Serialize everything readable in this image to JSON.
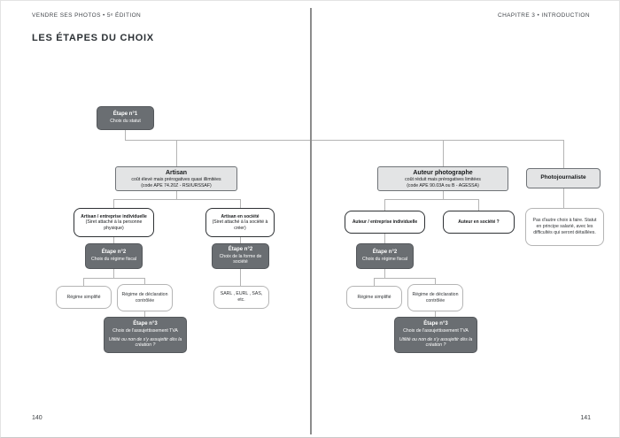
{
  "page": {
    "running_head_left": "VENDRE SES PHOTOS • 5ᵉ ÉDITION",
    "running_head_right": "CHAPITRE 3 • INTRODUCTION",
    "title": "LES ÉTAPES DU CHOIX",
    "page_number_left": "140",
    "page_number_right": "141"
  },
  "colors": {
    "dark_box": "#6a6e72",
    "light_box": "#e3e4e5",
    "line": "#b4b4b4",
    "spine": "#8c8c8c"
  },
  "flowchart": {
    "etape1": {
      "title": "Étape n°1",
      "subtitle": "Choix du statut"
    },
    "artisan": {
      "title": "Artisan",
      "line1": "coût élevé mais prérogatives quasi illimitées",
      "line2": "(code APE 74.20Z - RSI/URSSAF)"
    },
    "artisan_ei": {
      "title": "Artisan / entreprise individuelle",
      "subtitle": "(Siret attaché à la personne physique)"
    },
    "artisan_societe": {
      "title": "Artisan en société",
      "subtitle": "(Siret attaché à la société à créer)"
    },
    "etape2_artisan_ei": {
      "title": "Étape n°2",
      "subtitle": "Choix du régime fiscal"
    },
    "etape2_artisan_societe": {
      "title": "Étape n°2",
      "subtitle": "Choix de la forme de société"
    },
    "regime_simplifie_artisan": {
      "title": "Régime simplifié"
    },
    "regime_controle_artisan": {
      "title": "Régime de déclaration contrôlée"
    },
    "formes_societe": {
      "title": "SARL , EURL , SAS, etc."
    },
    "etape3_artisan": {
      "title": "Étape n°3",
      "subtitle": "Choix de l'assujettissement TVA",
      "note": "Utilité ou non de s'y assujettir dès la création ?"
    },
    "auteur": {
      "title": "Auteur photographe",
      "line1": "coût réduit mais prérogatives limitées",
      "line2": "(code APE 90.03A ou B - AGESSA)"
    },
    "photojournaliste": {
      "title": "Photojournaliste"
    },
    "auteur_ei": {
      "title": "Auteur / entreprise individuelle"
    },
    "auteur_societe": {
      "title": "Auteur en société ?"
    },
    "photojournaliste_note": {
      "text": "Pas d'autre choix à faire. Statut en principe salarié, avec les difficultés qui seront détaillées."
    },
    "etape2_auteur": {
      "title": "Étape n°2",
      "subtitle": "Choix du régime fiscal"
    },
    "regime_simplifie_auteur": {
      "title": "Régime simplifié"
    },
    "regime_controle_auteur": {
      "title": "Régime de déclaration contrôlée"
    },
    "etape3_auteur": {
      "title": "Étape n°3",
      "subtitle": "Choix de l'assujettissement TVA",
      "note": "Utilité ou non de s'y assujettir dès la création ?"
    }
  }
}
